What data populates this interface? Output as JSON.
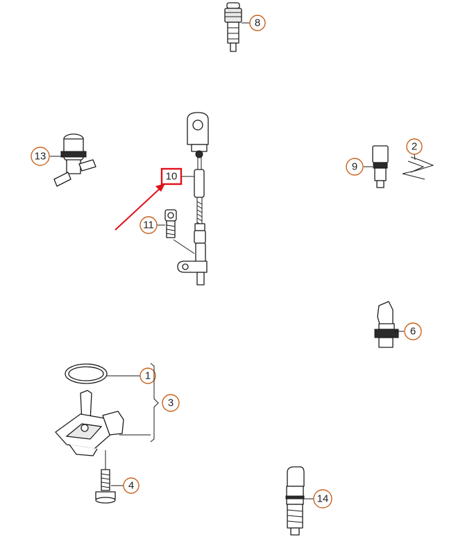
{
  "callouts": {
    "c1": "1",
    "c2": "2",
    "c3": "3",
    "c4": "4",
    "c6": "6",
    "c8": "8",
    "c9": "9",
    "c10": "10",
    "c11": "11",
    "c13": "13",
    "c14": "14"
  },
  "colors": {
    "callout_ring": "#c8621d",
    "highlight": "#e0101a",
    "line": "#1a1a1a"
  },
  "highlighted_part": "10"
}
